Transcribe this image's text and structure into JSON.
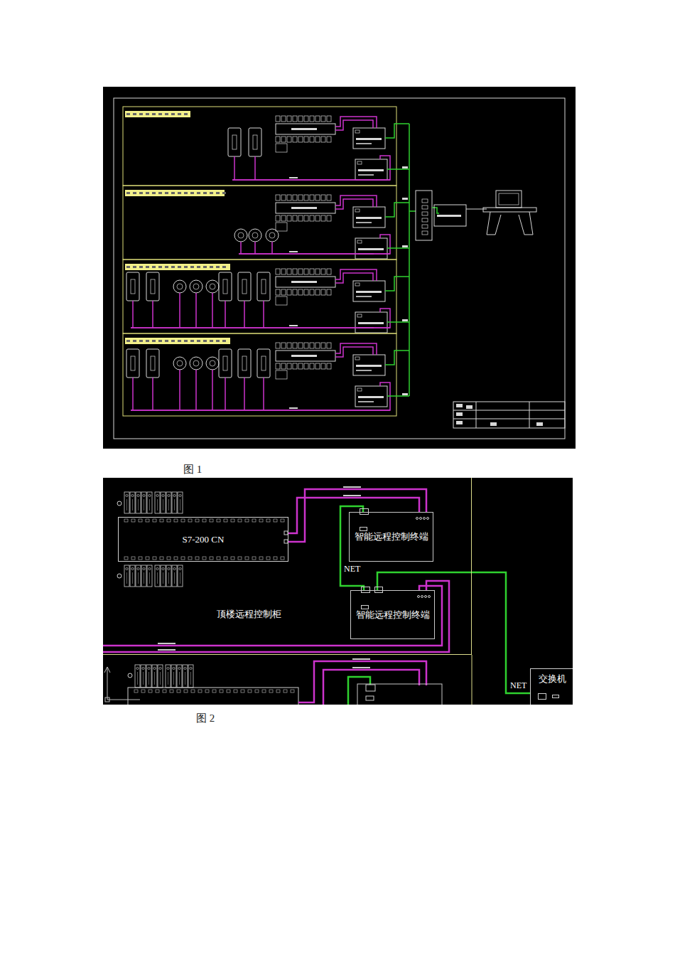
{
  "diagram": {
    "nodes": [
      {
        "text": [
          "顶楼远程控制柜"
        ]
      },
      {
        "text": [
          "S7-200 CN"
        ],
        "in": 0
      },
      {
        "text": [
          "智能远程控制终端"
        ],
        "in": 0
      },
      {
        "text": [
          "智能远程控制终端"
        ],
        "in": 0
      },
      {
        "text": [
          "交换机"
        ]
      }
    ],
    "edges": [
      {
        "from": 1,
        "to": 2,
        "arrow": "none"
      },
      {
        "from": 2,
        "to": 3,
        "label": "NET",
        "arrow": "none"
      },
      {
        "from": 3,
        "to": 4,
        "label": "NET",
        "arrow": "none"
      }
    ],
    "labels": [
      "图 1",
      "图 2"
    ]
  }
}
